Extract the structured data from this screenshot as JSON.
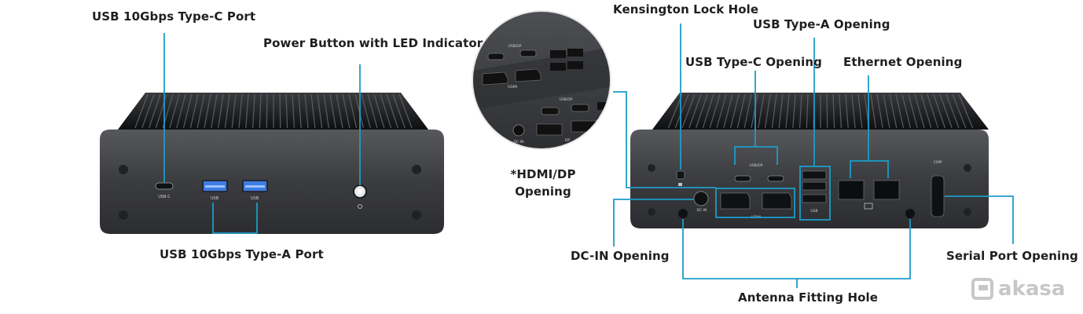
{
  "front_view": {
    "callouts": {
      "usb_c": "USB 10Gbps Type-C Port",
      "power": "Power Button with LED Indicator",
      "usb_a": "USB 10Gbps Type-A Port"
    },
    "port_labels": {
      "usb_c": "USB-C",
      "usb_a_left": "USB",
      "usb_a_right": "USB"
    }
  },
  "rear_view": {
    "callouts": {
      "kensington": "Kensington Lock Hole",
      "usb_a_opening": "USB Type-A Opening",
      "usb_c_opening": "USB Type-C Opening",
      "ethernet": "Ethernet Opening",
      "dc_in": "DC-IN Opening",
      "serial": "Serial Port Opening",
      "antenna": "Antenna Fitting Hole"
    },
    "port_labels": {
      "usb_dp": "USB/DP",
      "hdmi": "HDMI",
      "dc_in": "DC-IN",
      "usb": "USB",
      "com": "COM"
    }
  },
  "zoom_inset": {
    "callout": "*HDMI/DP Opening",
    "labels": {
      "usb_dp_top": "USB/DP",
      "hdmi": "HDMI",
      "usb_dp_bottom": "USB/DP",
      "dp": "DP",
      "dc_in": "DC-IN"
    }
  },
  "brand": {
    "logo_text": "akasa"
  },
  "colors": {
    "leader_line": "#1c9cc9",
    "chassis": "#3b3c3f",
    "heatsink": "#111214",
    "port_blue": "#2a6fd6",
    "logo_gray": "#c7c7c7"
  }
}
